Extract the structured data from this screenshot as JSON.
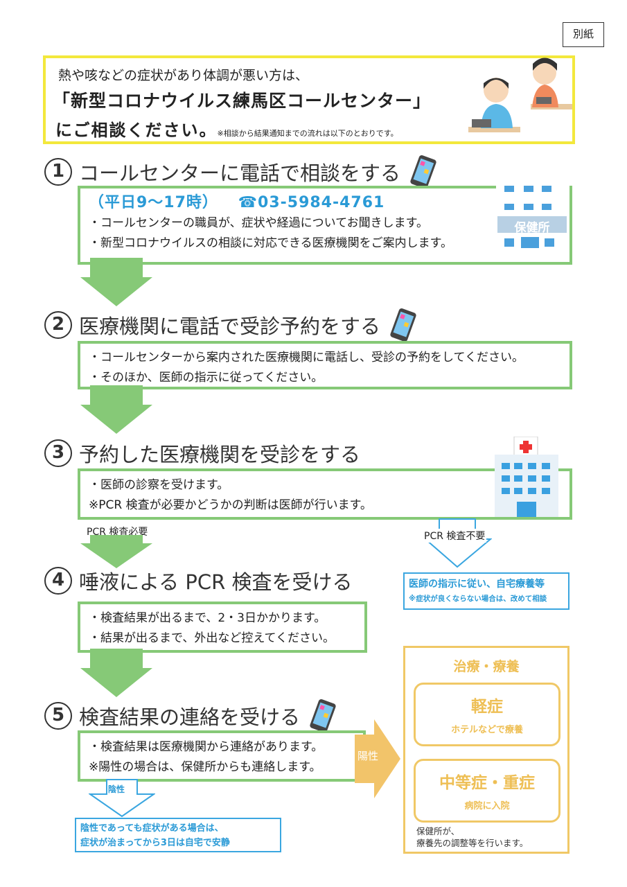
{
  "annex_label": "別紙",
  "intro": {
    "line1": "熱や咳などの症状があり体調が悪い方は、",
    "line2": "「新型コロナウイルス練馬区コールセンター」",
    "line3": "にご相談ください。",
    "note": "※相談から結果通知までの流れは以下のとおりです。"
  },
  "steps": [
    {
      "num": "1",
      "title": "コールセンターに電話で相談をする",
      "hours": "（平日9～17時）",
      "phone": "☎03-5984-4761",
      "lines": [
        "・コールセンターの職員が、症状や経過についてお聞きします。",
        "・新型コロナウイルスの相談に対応できる医療機関をご案内します。"
      ]
    },
    {
      "num": "2",
      "title": "医療機関に電話で受診予約をする",
      "lines": [
        "・コールセンターから案内された医療機関に電話し、受診の予約をしてください。",
        "・そのほか、医師の指示に従ってください。"
      ]
    },
    {
      "num": "3",
      "title": "予約した医療機関を受診をする",
      "lines": [
        "・医師の診察を受けます。",
        "※PCR 検査が必要かどうかの判断は医師が行います。"
      ]
    },
    {
      "num": "4",
      "title": "唾液による PCR 検査を受ける",
      "lines": [
        "・検査結果が出るまで、2・3日かかります。",
        "・結果が出るまで、外出など控えてください。"
      ]
    },
    {
      "num": "5",
      "title": "検査結果の連絡を受ける",
      "lines": [
        "・検査結果は医療機関から連絡があります。",
        "※陽性の場合は、保健所からも連絡します。"
      ]
    }
  ],
  "health_center_sign": "保健所",
  "pcr_needed": "PCR 検査必要",
  "pcr_not_needed": "PCR 検査不要",
  "no_pcr_box": {
    "line1": "医師の指示に従い、自宅療養等",
    "line2": "※症状が良くならない場合は、改めて相談"
  },
  "positive_label": "陽性",
  "negative_label": "陰性",
  "negative_box": {
    "line1": "陰性であっても症状がある場合は、",
    "line2": "症状が治まってから3日は自宅で安静"
  },
  "treatment": {
    "title": "治療・療養",
    "mild": {
      "title": "軽症",
      "desc": "ホテルなどで療養"
    },
    "severe": {
      "title": "中等症・重症",
      "desc": "病院に入院"
    },
    "note1": "保健所が、",
    "note2": "療養先の調整等を行います。"
  },
  "colors": {
    "green": "#86c977",
    "yellow": "#f3e83c",
    "blue": "#3aa6e0",
    "orange": "#f0c866"
  }
}
